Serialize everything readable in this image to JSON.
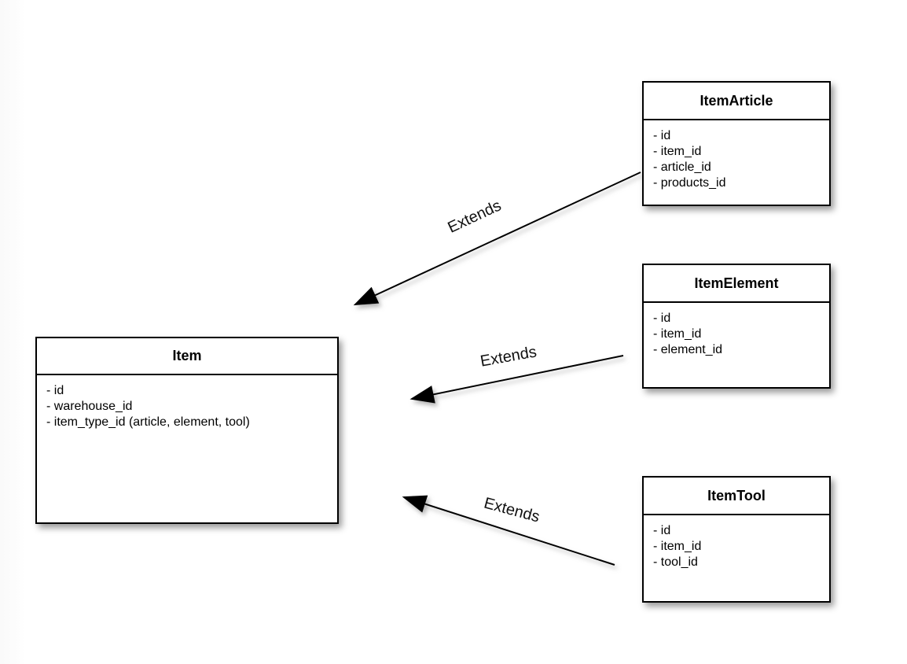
{
  "diagram": {
    "type": "uml-class-diagram",
    "background_color": "#ffffff",
    "line_color": "#000000",
    "box_fill_color": "#ffffff",
    "classes": [
      {
        "name": "Item",
        "attributes": [
          "- id",
          "- warehouse_id",
          "- item_type_id (article, element, tool)"
        ]
      },
      {
        "name": "ItemArticle",
        "attributes": [
          "- id",
          "- item_id",
          "- article_id",
          "- products_id"
        ]
      },
      {
        "name": "ItemElement",
        "attributes": [
          "- id",
          "- item_id",
          "- element_id"
        ]
      },
      {
        "name": "ItemTool",
        "attributes": [
          "- id",
          "- item_id",
          "- tool_id"
        ]
      }
    ],
    "relationships": [
      {
        "label": "Extends",
        "from": "ItemArticle",
        "to": "Item"
      },
      {
        "label": "Extends",
        "from": "ItemElement",
        "to": "Item"
      },
      {
        "label": "Extends",
        "from": "ItemTool",
        "to": "Item"
      }
    ]
  }
}
